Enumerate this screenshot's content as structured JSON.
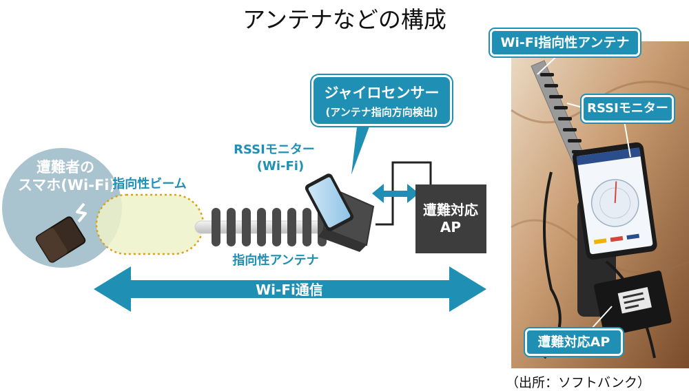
{
  "title": "アンテナなどの構成",
  "victim_label_line1": "遭難者の",
  "victim_label_line2": "スマホ(Wi-Fi)",
  "beam_label": "指向性ビーム",
  "rssi_label_line1": "RSSIモニター",
  "rssi_label_line2": "(Wi-Fi)",
  "gyro_label_line1": "ジャイロセンサー",
  "gyro_label_line2": "(アンテナ指向方向検出)",
  "ap_label_line1": "遭難対応",
  "ap_label_line2": "AP",
  "antenna_label": "指向性アンテナ",
  "wifi_comm_label": "Wi-Fi通信",
  "photo_callouts": {
    "wifi_antenna": "Wi-Fi指向性アンテナ",
    "rssi_monitor": "RSSIモニター",
    "emergency_ap": "遭難対応AP"
  },
  "source": "（出所：ソフトバンク）",
  "colors": {
    "accent": "#1f8fb3",
    "circle": "#a9c3cf",
    "beam": "#eef2c9",
    "ap_box": "#3d3d3d"
  }
}
